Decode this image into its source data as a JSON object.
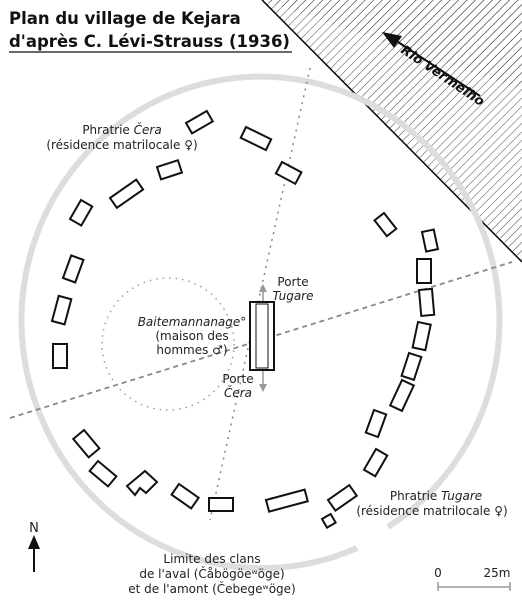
{
  "title": {
    "line1": "Plan du village de Kejara",
    "line2": "d'après C. Lévi-Strauss (1936)"
  },
  "river": {
    "label": "Rio Vermelho"
  },
  "phratries": {
    "cera": {
      "name_prefix": "Phratrie ",
      "name": "Čera",
      "residence": "(résidence matrilocale ♀)"
    },
    "tugare": {
      "name_prefix": "Phratrie ",
      "name": "Tugare",
      "residence": "(résidence matrilocale ♀)"
    }
  },
  "mens_house": {
    "name": "Baitemannanage°",
    "desc1": "(maison des",
    "desc2": "hommes ♂)"
  },
  "gates": {
    "tugare": {
      "word": "Porte",
      "name": "Tugare"
    },
    "cera": {
      "word": "Porte",
      "name": "Čera"
    }
  },
  "clan_limit": {
    "line1": "Limite des clans",
    "line2": "de l'aval (Čåbögöeʷöge)",
    "line3": "et de l'amont (Čebegeʷöge)"
  },
  "north": {
    "label": "N"
  },
  "scale": {
    "start": "0",
    "end": "25m"
  }
}
